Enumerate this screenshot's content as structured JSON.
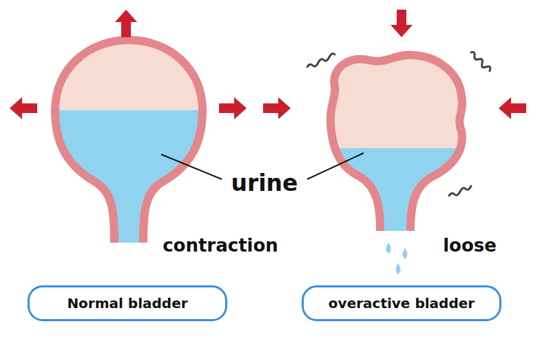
{
  "diagram": {
    "nodes": [
      {
        "text": [
          "Normal bladder"
        ]
      },
      {
        "text": [
          "overactive bladder"
        ]
      }
    ],
    "labels": [
      "urine",
      "contraction",
      "loose"
    ]
  }
}
